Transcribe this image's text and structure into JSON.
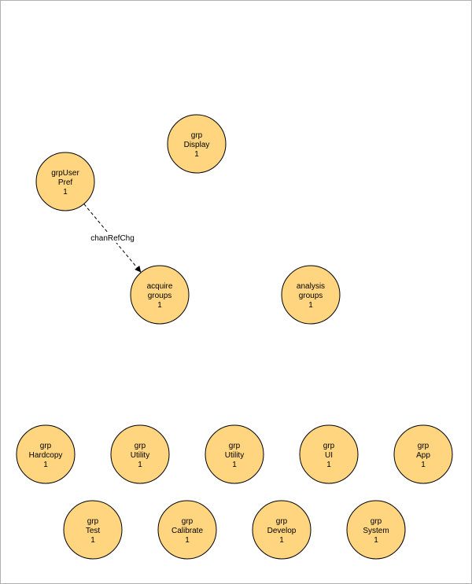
{
  "colors": {
    "node_fill": "#FFD580",
    "node_stroke": "#000000",
    "edge": "#000000",
    "background": "#FFFFFF"
  },
  "nodes": [
    {
      "id": "grpUserPref",
      "lines": [
        "grpUser",
        "Pref",
        "1"
      ]
    },
    {
      "id": "grpDisplay",
      "lines": [
        "grp",
        "Display",
        "1"
      ]
    },
    {
      "id": "acquireGroups",
      "lines": [
        "acquire",
        "groups",
        "1"
      ]
    },
    {
      "id": "analysisGroups",
      "lines": [
        "analysis",
        "groups",
        "1"
      ]
    },
    {
      "id": "grpHardcopy",
      "lines": [
        "grp",
        "Hardcopy",
        "1"
      ]
    },
    {
      "id": "grpUtility1",
      "lines": [
        "grp",
        "Utility",
        "1"
      ]
    },
    {
      "id": "grpUtility2",
      "lines": [
        "grp",
        "Utility",
        "1"
      ]
    },
    {
      "id": "grpUI",
      "lines": [
        "grp",
        "UI",
        "1"
      ]
    },
    {
      "id": "grpApp",
      "lines": [
        "grp",
        "App",
        "1"
      ]
    },
    {
      "id": "grpTest",
      "lines": [
        "grp",
        "Test",
        "1"
      ]
    },
    {
      "id": "grpCalibrate",
      "lines": [
        "grp",
        "Calibrate",
        "1"
      ]
    },
    {
      "id": "grpDevelop",
      "lines": [
        "grp",
        "Develop",
        "1"
      ]
    },
    {
      "id": "grpSystem",
      "lines": [
        "grp",
        "System",
        "1"
      ]
    }
  ],
  "edges": [
    {
      "from": "grpUserPref",
      "to": "acquireGroups",
      "label": "chanRefChg",
      "style": "dashed"
    }
  ]
}
